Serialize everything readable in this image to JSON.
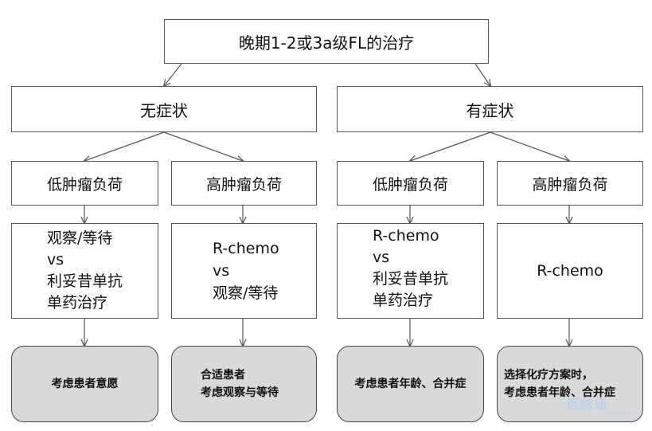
{
  "title": "晚期1-2或3a级FL的治疗",
  "groups": [
    {
      "label": "无症状",
      "branches": [
        {
          "burden": "低肿瘤负荷",
          "treatment": [
            "观察/等待",
            "vs",
            "利妥昔单抗",
            "单药治疗"
          ],
          "note": [
            "考虑患者意愿"
          ]
        },
        {
          "burden": "高肿瘤负荷",
          "treatment": [
            "R-chemo",
            "vs",
            "观察/等待"
          ],
          "note": [
            "合适患者",
            "考虑观察与等待"
          ]
        }
      ]
    },
    {
      "label": "有症状",
      "branches": [
        {
          "burden": "低肿瘤负荷",
          "treatment": [
            "R-chemo",
            "vs",
            "利妥昔单抗",
            "单药治疗"
          ],
          "note": [
            "考虑患者年龄、合并症"
          ]
        },
        {
          "burden": "高肿瘤负荷",
          "treatment": [
            "R-chemo"
          ],
          "note": [
            "选择化疗方案时，",
            "考虑患者年龄、合并症"
          ]
        }
      ]
    }
  ],
  "watermark": {
    "logo": "医脉通",
    "url": "medlive.cn"
  },
  "colors": {
    "border": "#555555",
    "note_fill": "#d9d9d9",
    "arrow": "#555555"
  }
}
